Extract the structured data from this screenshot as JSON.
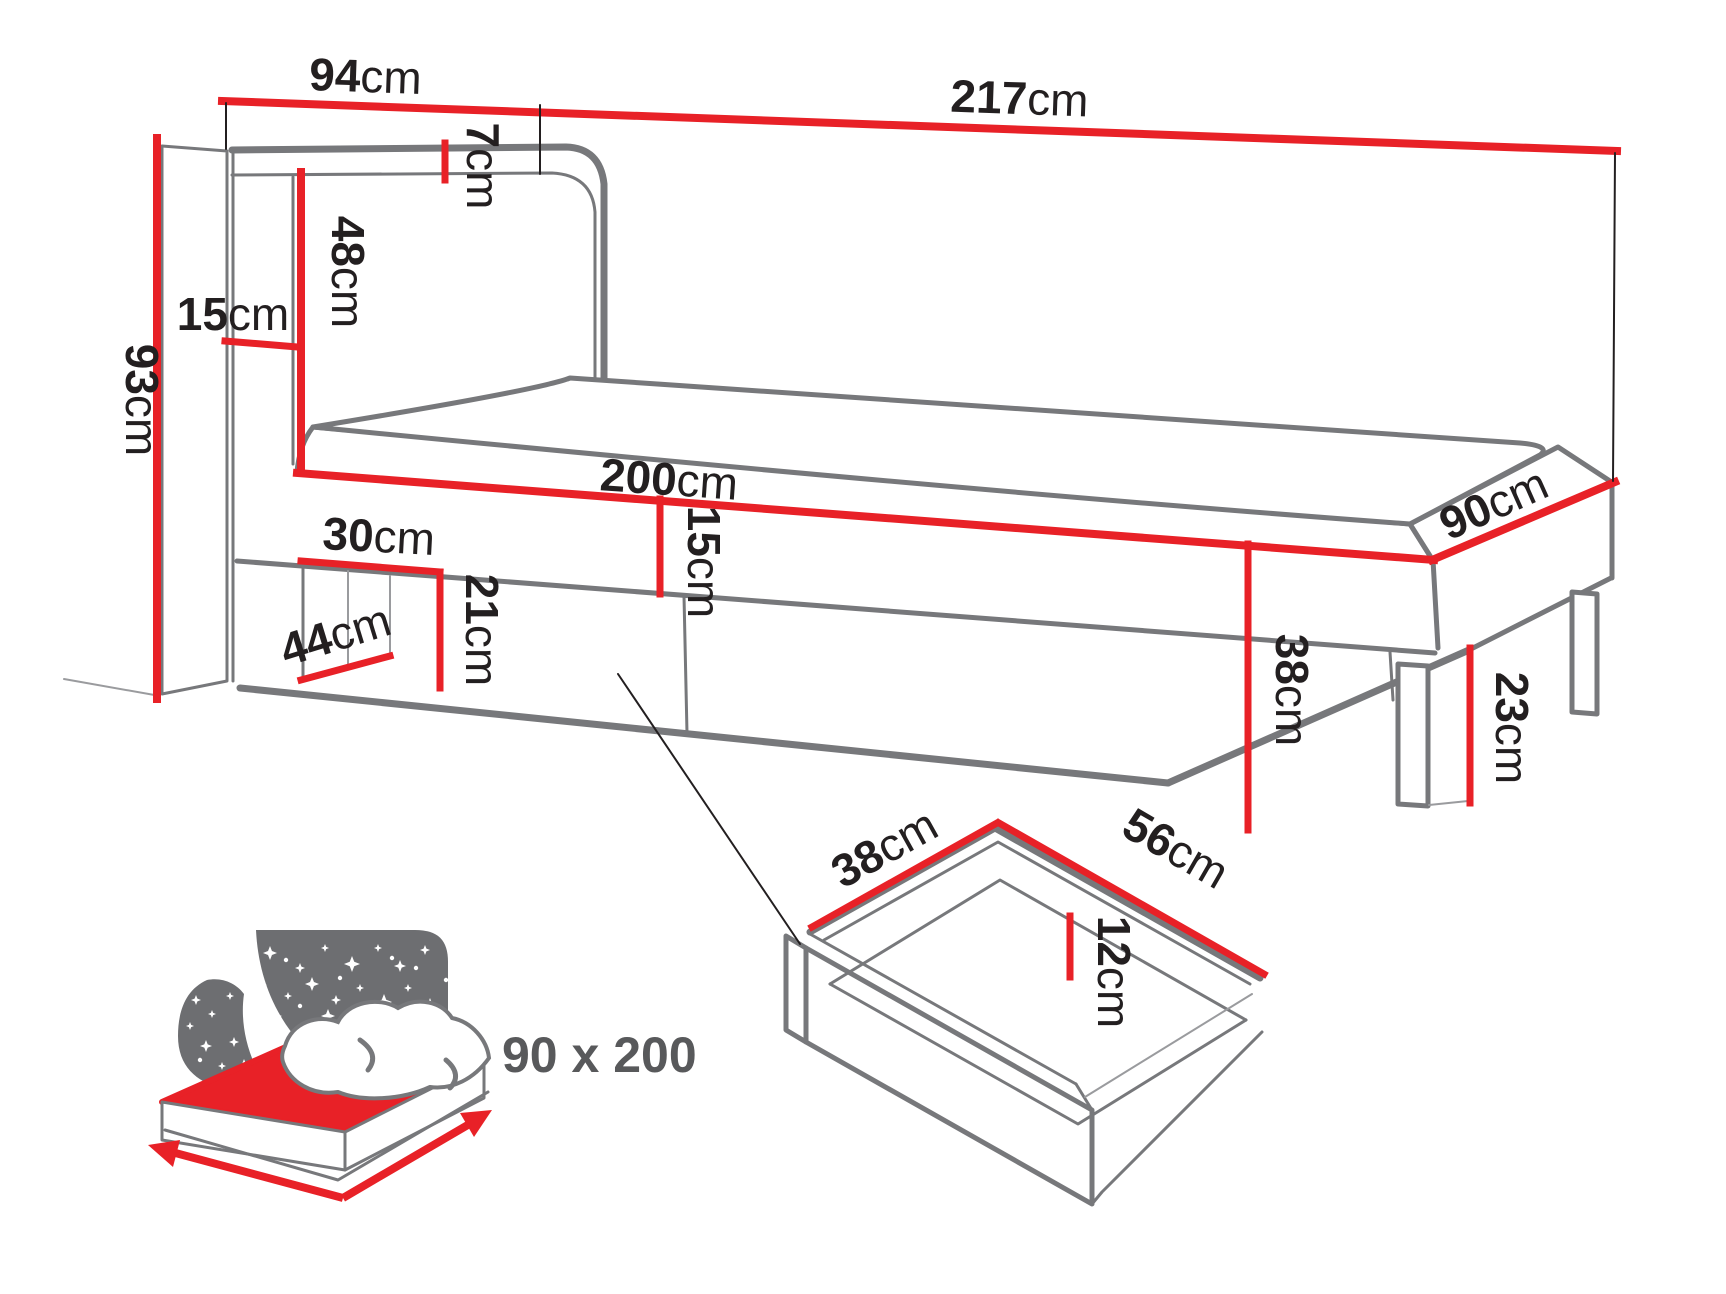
{
  "diagram": {
    "unit": "cm",
    "dims": {
      "panel_depth": "94",
      "total_length": "217",
      "top_rail": "7",
      "headboard_height": "48",
      "panel_gap": "15",
      "panel_height": "93",
      "bed_length": "200",
      "bed_width": "90",
      "frame_rail": "15",
      "frame_height": "38",
      "niche_width": "30",
      "niche_height": "21",
      "niche_depth": "44",
      "leg_height": "23",
      "drawer_depth": "38",
      "drawer_width": "56",
      "drawer_height": "12"
    },
    "icon_caption": "90 x 200",
    "colors": {
      "dimension_red": "#e82127",
      "outline_gray": "#77787b",
      "detail_gray": "#9a9b9e",
      "label_black": "#231f20",
      "icon_gray": "#6d6e71",
      "icon_text": "#58595b",
      "background": "#ffffff"
    }
  }
}
